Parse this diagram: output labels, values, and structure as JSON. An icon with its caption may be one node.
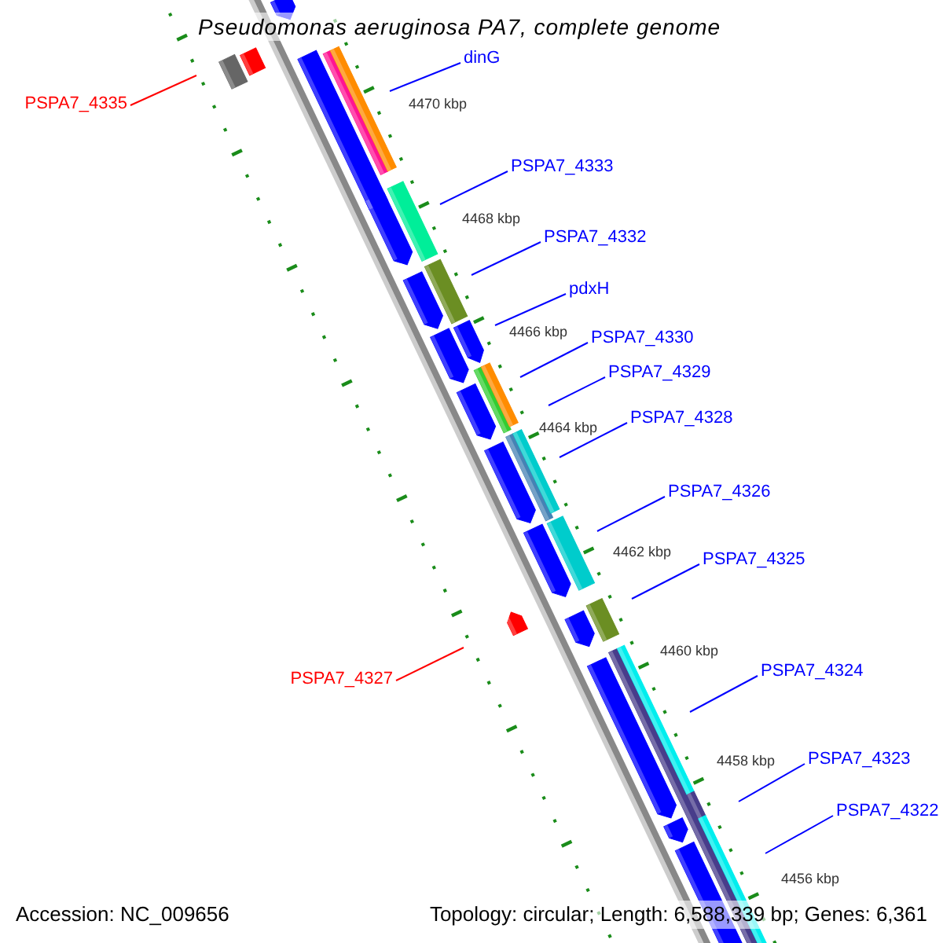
{
  "diagram": {
    "title": "Pseudomonas aeruginosa PA7, complete genome",
    "nodes": [
      {
        "text": [
          "dinG"
        ]
      },
      {
        "text": [
          "PSPA7_4335"
        ]
      },
      {
        "text": [
          "PSPA7_4333"
        ]
      },
      {
        "text": [
          "PSPA7_4332"
        ]
      },
      {
        "text": [
          "pdxH"
        ]
      },
      {
        "text": [
          "PSPA7_4330"
        ]
      },
      {
        "text": [
          "PSPA7_4329"
        ]
      },
      {
        "text": [
          "PSPA7_4328"
        ]
      },
      {
        "text": [
          "PSPA7_4326"
        ]
      },
      {
        "text": [
          "PSPA7_4325"
        ]
      },
      {
        "text": [
          "PSPA7_4324"
        ]
      },
      {
        "text": [
          "PSPA7_4327"
        ]
      },
      {
        "text": [
          "PSPA7_4323"
        ]
      },
      {
        "text": [
          "PSPA7_4322"
        ]
      }
    ],
    "edges": [
      {
        "from": 0,
        "to": null,
        "arrow": "none"
      },
      {
        "from": 1,
        "to": null,
        "arrow": "none",
        "color": "#ff0000"
      },
      {
        "from": 2,
        "to": null,
        "arrow": "none"
      },
      {
        "from": 3,
        "to": null,
        "arrow": "none"
      },
      {
        "from": 4,
        "to": null,
        "arrow": "none"
      },
      {
        "from": 5,
        "to": null,
        "arrow": "none"
      },
      {
        "from": 6,
        "to": null,
        "arrow": "none"
      },
      {
        "from": 7,
        "to": null,
        "arrow": "none"
      },
      {
        "from": 8,
        "to": null,
        "arrow": "none"
      },
      {
        "from": 9,
        "to": null,
        "arrow": "none"
      },
      {
        "from": 10,
        "to": null,
        "arrow": "none"
      },
      {
        "from": 11,
        "to": null,
        "arrow": "none",
        "color": "#ff0000"
      },
      {
        "from": 12,
        "to": null,
        "arrow": "none"
      },
      {
        "from": 13,
        "to": null,
        "arrow": "none"
      }
    ],
    "labels": [
      "4470 kbp",
      "4468 kbp",
      "4466 kbp",
      "4464 kbp",
      "4462 kbp",
      "4460 kbp",
      "4458 kbp",
      "4456 kbp",
      "Accession: NC_009656",
      "Topology: circular; Length: 6,588,339 bp; Genes: 6,361"
    ]
  }
}
